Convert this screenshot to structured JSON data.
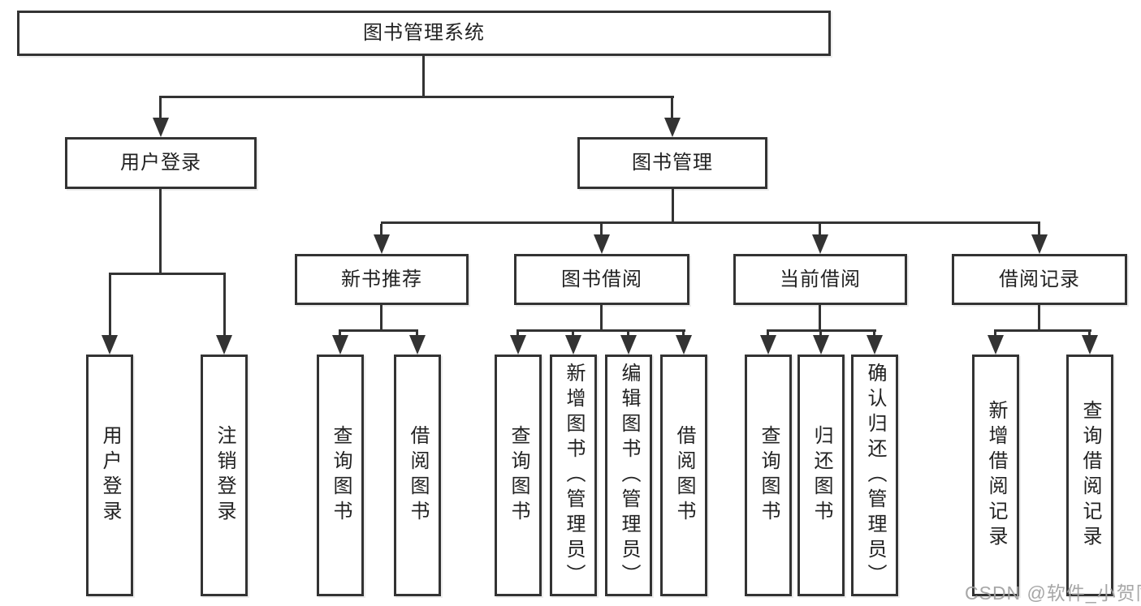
{
  "colors": {
    "line": "#333333",
    "text": "#222222",
    "box_fill": "#ffffff",
    "background": "#ffffff",
    "watermark": "#a0a0a0"
  },
  "watermark": {
    "text": "CSDN @软件_小贺同学"
  },
  "root": {
    "label": "图书管理系统",
    "children": [
      {
        "label": "用户登录",
        "children": [
          {
            "label": "用户登录"
          },
          {
            "label": "注销登录"
          }
        ]
      },
      {
        "label": "图书管理",
        "children": [
          {
            "label": "新书推荐",
            "children": [
              {
                "label": "查询图书"
              },
              {
                "label": "借阅图书"
              }
            ]
          },
          {
            "label": "图书借阅",
            "children": [
              {
                "label": "查询图书"
              },
              {
                "label": "新增图书（管理员）"
              },
              {
                "label": "编辑图书（管理员）"
              },
              {
                "label": "借阅图书"
              }
            ]
          },
          {
            "label": "当前借阅",
            "children": [
              {
                "label": "查询图书"
              },
              {
                "label": "归还图书"
              },
              {
                "label": "确认归还（管理员）"
              }
            ]
          },
          {
            "label": "借阅记录",
            "children": [
              {
                "label": "新增借阅记录"
              },
              {
                "label": "查询借阅记录"
              }
            ]
          }
        ]
      }
    ]
  }
}
